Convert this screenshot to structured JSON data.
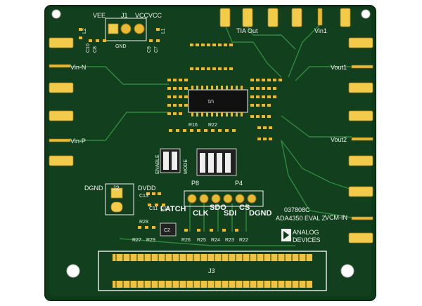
{
  "silkscreen": {
    "vee": "VEE",
    "j1": "J1",
    "vcc_top": "VCC",
    "vcc_right": "VCC",
    "gnd": "GND",
    "l2": "L2",
    "l1": "L1",
    "c10": "C10",
    "c8": "C8",
    "c9": "C9",
    "c7": "C7",
    "tia_out": "TIA Out",
    "vin1": "Vin1",
    "vin_n": "Vin-N",
    "vin_p": "Vin-P",
    "vout1": "Vout1",
    "vout2": "Vout2",
    "vcm_in": "VCM-IN",
    "u1": "U1",
    "r16": "R16",
    "r22": "R22",
    "enable": "ENABLE",
    "mode": "MODE",
    "p8": "P8",
    "p4": "P4",
    "dgnd_left": "DGND",
    "j2": "J2",
    "dvdd": "DVDD",
    "c13": "C13",
    "c11": "C11",
    "c14": "C14",
    "latch": "LATCH",
    "clk": "CLK",
    "sdo": "SDO",
    "sdi": "SDI",
    "cs": "CS",
    "dgnd_right": "DGND",
    "r28": "R28",
    "r27": "R27",
    "r29": "R29",
    "c2": "C2",
    "r26": "R26",
    "r25": "R25",
    "r24": "R24",
    "r23": "R23",
    "r22b": "R22",
    "board_id": "037808C",
    "board_name": "ADA4350 EVAL Z",
    "logo_line1": "ANALOG",
    "logo_line2": "DEVICES",
    "j3": "J3"
  },
  "colors": {
    "soldermask": "#0d3a18",
    "edge": "#0a2c12",
    "copper_pour": "#164f24",
    "gold": "#e8b933",
    "silk": "#f2f2f2"
  }
}
